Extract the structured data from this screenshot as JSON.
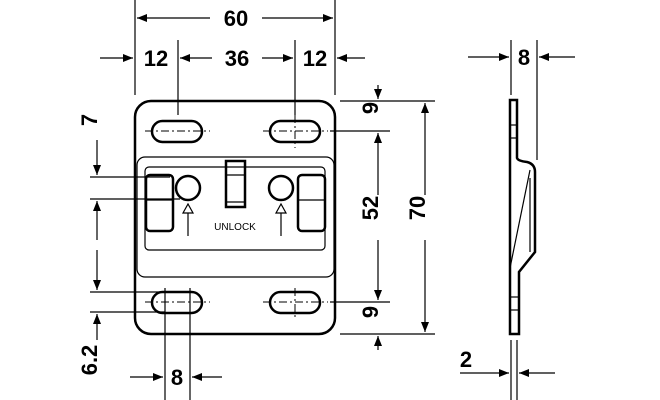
{
  "front_view": {
    "width_total": "60",
    "width_left": "12",
    "width_mid": "36",
    "width_right": "12",
    "height_top": "9",
    "height_mid": "52",
    "height_bottom": "9",
    "height_total": "70",
    "offset_top": "7",
    "offset_bottom": "6.2",
    "slot_width": "8",
    "unlock_label": "UNLOCK"
  },
  "side_view": {
    "depth": "8",
    "thickness": "2"
  }
}
